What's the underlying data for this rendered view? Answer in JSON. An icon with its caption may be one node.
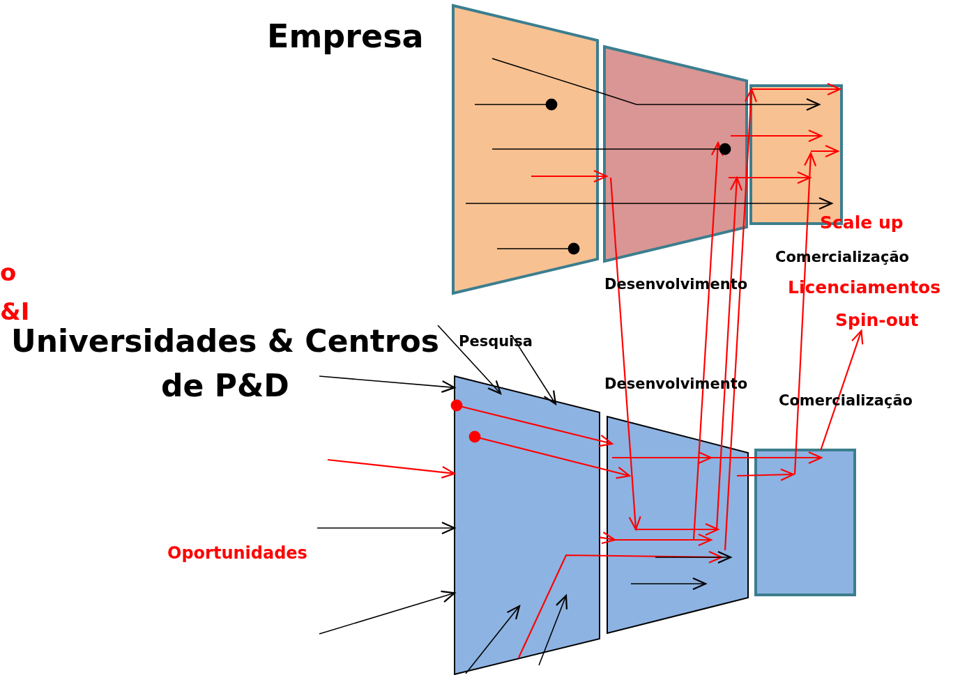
{
  "diagram": {
    "nodes": [
      {
        "text": [],
        "shape": "box"
      },
      {
        "text": [],
        "shape": "box"
      },
      {
        "text": [],
        "shape": "box"
      },
      {
        "text": [],
        "shape": "box"
      },
      {
        "text": [],
        "shape": "box"
      },
      {
        "text": [],
        "shape": "box"
      },
      {
        "text": [
          "Universidades & Centros de P&D"
        ]
      },
      {
        "text": [
          "Pesquisa"
        ]
      },
      {
        "text": [
          "Spin-out"
        ]
      }
    ],
    "edges": [
      {
        "from": 6,
        "to": 3,
        "arrow": "to",
        "color": "#000000"
      },
      {
        "from": null,
        "to": 3,
        "arrow": "to"
      },
      {
        "from": null,
        "to": 3,
        "arrow": "to",
        "color": "#000000"
      },
      {
        "from": null,
        "to": 3,
        "arrow": "to",
        "color": "#000000"
      },
      {
        "from": 6,
        "to": 3,
        "arrow": "to",
        "color": "#000000"
      },
      {
        "from": 7,
        "to": 3,
        "arrow": "to",
        "color": "#000000"
      },
      {
        "from": null,
        "to": 3,
        "arrow": "to",
        "color": "#000000"
      },
      {
        "from": null,
        "to": 3,
        "arrow": "to",
        "color": "#000000"
      },
      {
        "from": 3,
        "to": 4,
        "arrow": "to"
      },
      {
        "from": 3,
        "to": 4,
        "arrow": "to"
      },
      {
        "from": 3,
        "to": 4,
        "arrow": "to"
      },
      {
        "from": 3,
        "to": 4,
        "arrow": "to"
      },
      {
        "from": 4,
        "to": 5,
        "arrow": "to"
      },
      {
        "from": 4,
        "to": 5,
        "arrow": "to"
      },
      {
        "from": 5,
        "to": 2,
        "arrow": "to"
      },
      {
        "from": 5,
        "to": 8,
        "arrow": "to"
      },
      {
        "from": 1,
        "to": 4,
        "arrow": "to"
      },
      {
        "from": 4,
        "to": 1,
        "arrow": "to"
      },
      {
        "from": 4,
        "to": 1,
        "arrow": "to"
      },
      {
        "from": 4,
        "to": 2,
        "arrow": "to"
      },
      {
        "from": 0,
        "to": 1,
        "arrow": "to"
      },
      {
        "from": 1,
        "to": 2,
        "arrow": "to"
      },
      {
        "from": 1,
        "to": 2,
        "arrow": "to"
      },
      {
        "from": 0,
        "to": 1,
        "arrow": "none",
        "color": "#000000"
      },
      {
        "from": 1,
        "to": 2,
        "arrow": "to",
        "color": "#000000"
      },
      {
        "from": 0,
        "to": 1,
        "arrow": "other",
        "color": "#000000"
      },
      {
        "from": 0,
        "to": 1,
        "arrow": "none",
        "color": "#000000"
      },
      {
        "from": 1,
        "to": 2,
        "arrow": "to",
        "color": "#000000"
      }
    ],
    "labels": [
      "Empresa",
      "o",
      "&I",
      "Scale up",
      "Comercialização",
      "Desenvolvimento",
      "Licenciamentos",
      "Desenvolvimento",
      "Comercialização",
      "Oportunidades"
    ]
  }
}
